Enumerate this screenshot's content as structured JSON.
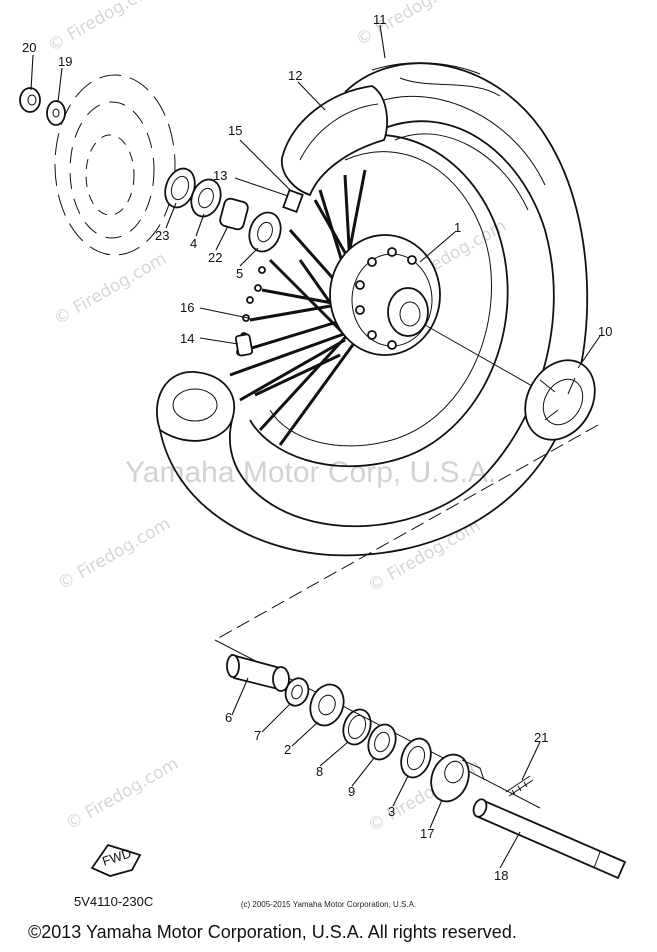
{
  "diagram": {
    "watermarks": {
      "site": "© Firedog.com",
      "center": "Yamaha Motor Corp, U.S.A."
    },
    "callouts": {
      "c1": "1",
      "c2": "2",
      "c3": "3",
      "c5": "5",
      "c6": "6",
      "c7": "7",
      "c8": "8",
      "c9": "9",
      "c10": "10",
      "c11": "11",
      "c12": "12",
      "c13": "13",
      "c14": "14",
      "c15": "15",
      "c16": "16",
      "c17": "17",
      "c18": "18",
      "c19": "19",
      "c20": "20",
      "c21": "21",
      "c22": "22",
      "c23": "23",
      "c4": "4"
    },
    "fwd_label": "FWD",
    "diagram_code": "5V4110-230C"
  },
  "footer": {
    "small_notice": "(c) 2005-2015 Yamaha Motor Corporation, U.S.A.",
    "main_notice": "©2013 Yamaha Motor Corporation, U.S.A. All rights reserved."
  }
}
